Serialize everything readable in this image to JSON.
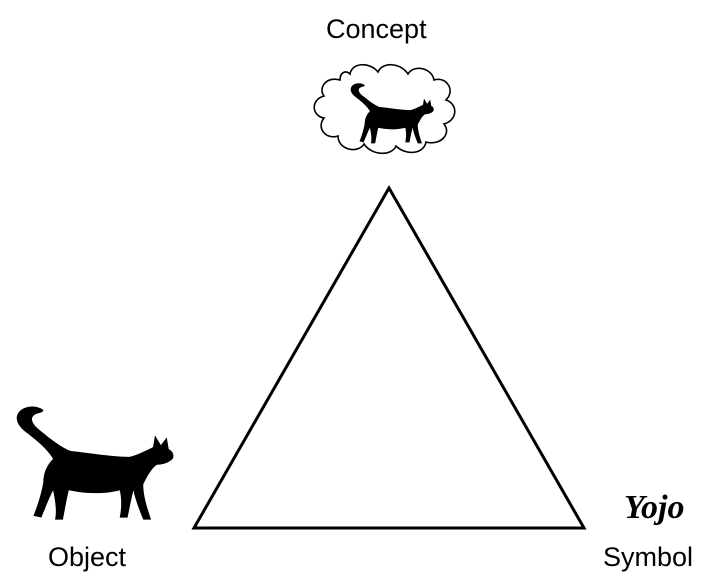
{
  "diagram": {
    "concept_label": "Concept",
    "object_label": "Object",
    "symbol_label": "Symbol",
    "symbol_word": "Yojo",
    "icons": [
      "thought-cloud-icon",
      "cat-silhouette-icon"
    ],
    "colors": {
      "ink": "#000000",
      "background": "#ffffff"
    }
  }
}
